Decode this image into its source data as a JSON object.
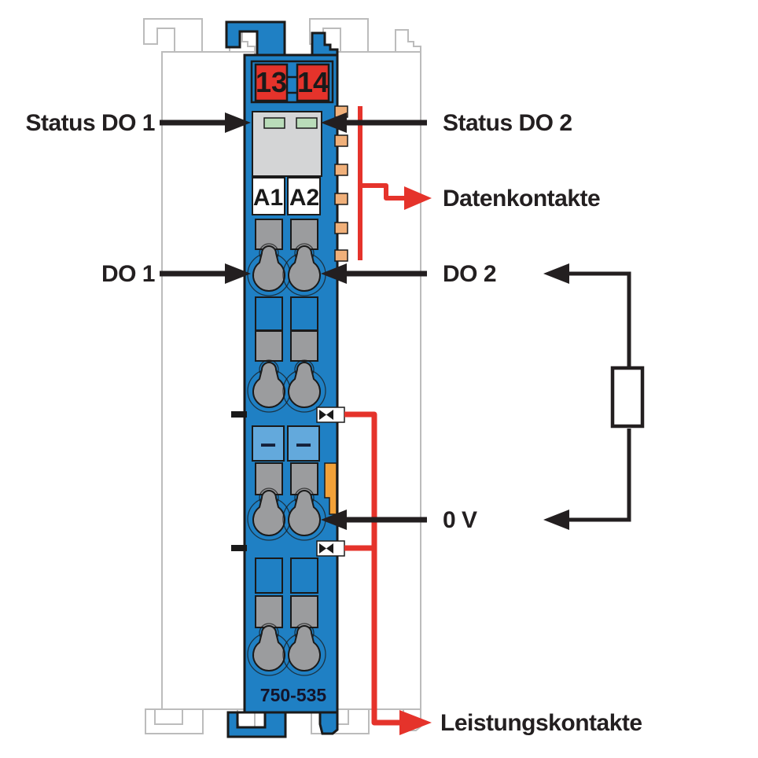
{
  "module": {
    "part_number": "750-535",
    "fuse_labels": [
      "13",
      "14"
    ],
    "channel_labels": [
      "A1",
      "A2"
    ],
    "polarity_marks": [
      "−",
      "−"
    ],
    "status_led_count": 2
  },
  "callouts": {
    "status_do1": "Status DO 1",
    "status_do2": "Status DO 2",
    "datenkontakte": "Datenkontakte",
    "do1": "DO 1",
    "do2": "DO 2",
    "zero_v": "0 V",
    "leistungskontakte": "Leistungskontakte"
  },
  "colors": {
    "module_blue": "#1F80C4",
    "light_blue": "#63A9DC",
    "signal_red": "#E5332B",
    "contact_orange": "#F2A138",
    "data_contact_tan": "#F0B07A",
    "led_green": "#B9DCB9",
    "part_gray": "#9B9C9E",
    "panel_gray": "#D4D5D6",
    "neighbor_outline_gray": "#BCBCBC",
    "ink_black": "#231F20"
  }
}
